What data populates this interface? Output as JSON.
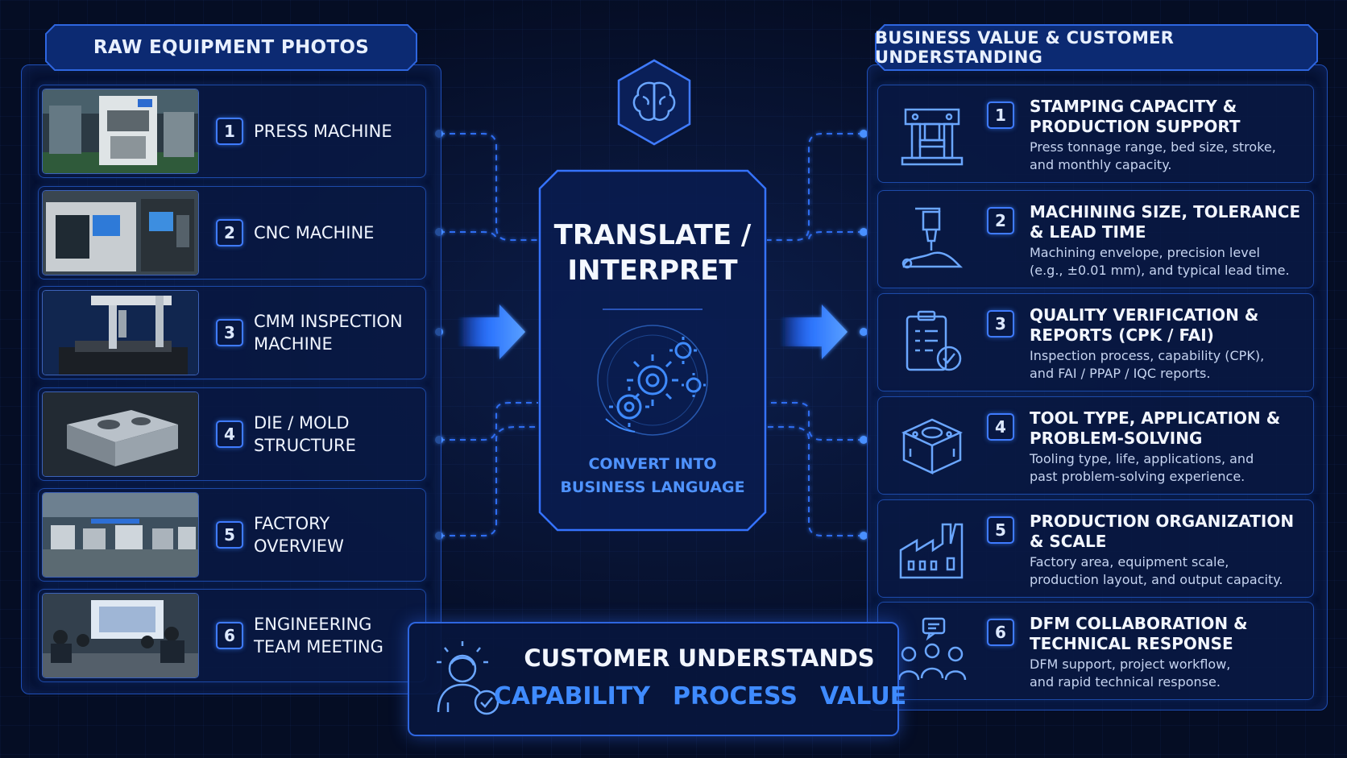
{
  "left_panel": {
    "header": "RAW EQUIPMENT PHOTOS",
    "items": [
      {
        "number": "1",
        "label": "PRESS MACHINE",
        "photo": "press-machine-photo"
      },
      {
        "number": "2",
        "label": "CNC MACHINE",
        "photo": "cnc-machine-photo"
      },
      {
        "number": "3",
        "label": "CMM INSPECTION MACHINE",
        "photo": "cmm-machine-photo"
      },
      {
        "number": "4",
        "label": "DIE / MOLD STRUCTURE",
        "photo": "die-mold-photo"
      },
      {
        "number": "5",
        "label": "FACTORY OVERVIEW",
        "photo": "factory-floor-photo"
      },
      {
        "number": "6",
        "label": "ENGINEERING TEAM MEETING",
        "photo": "team-meeting-photo"
      }
    ]
  },
  "center": {
    "icon": "brain-icon",
    "title_line1": "TRANSLATE /",
    "title_line2": "INTERPRET",
    "gear_icon": "gears-icon",
    "subtitle_line1": "CONVERT INTO",
    "subtitle_line2": "BUSINESS LANGUAGE"
  },
  "right_panel": {
    "header": "BUSINESS VALUE & CUSTOMER UNDERSTANDING",
    "items": [
      {
        "number": "1",
        "icon": "press-icon",
        "title_line1": "STAMPING CAPACITY &",
        "title_line2": "PRODUCTION SUPPORT",
        "desc_line1": "Press tonnage range, bed size, stroke,",
        "desc_line2": "and monthly capacity."
      },
      {
        "number": "2",
        "icon": "cnc-spindle-icon",
        "title_line1": "MACHINING SIZE, TOLERANCE",
        "title_line2": "& LEAD TIME",
        "desc_line1": "Machining envelope, precision level",
        "desc_line2": "(e.g., ±0.01 mm), and typical lead time."
      },
      {
        "number": "3",
        "icon": "clipboard-check-icon",
        "title_line1": "QUALITY VERIFICATION &",
        "title_line2": "REPORTS (CPK / FAI)",
        "desc_line1": "Inspection process, capability (CPK),",
        "desc_line2": "and FAI / PPAP / IQC reports."
      },
      {
        "number": "4",
        "icon": "mold-icon",
        "title_line1": "TOOL TYPE, APPLICATION &",
        "title_line2": "PROBLEM-SOLVING",
        "desc_line1": "Tooling type, life, applications, and",
        "desc_line2": "past problem-solving experience."
      },
      {
        "number": "5",
        "icon": "factory-icon",
        "title_line1": "PRODUCTION ORGANIZATION",
        "title_line2": "& SCALE",
        "desc_line1": "Factory area, equipment scale,",
        "desc_line2": "production layout, and output capacity."
      },
      {
        "number": "6",
        "icon": "team-chat-icon",
        "title_line1": "DFM COLLABORATION &",
        "title_line2": "TECHNICAL RESPONSE",
        "desc_line1": "DFM support, project workflow,",
        "desc_line2": "and rapid technical response."
      }
    ]
  },
  "bottom": {
    "icon": "customer-check-icon",
    "title": "CUSTOMER UNDERSTANDS",
    "values": [
      "CAPABILITY",
      "PROCESS",
      "VALUE"
    ]
  },
  "colors": {
    "background": "#050d24",
    "accent": "#3f8bff",
    "border": "#1f4fb8",
    "text": "#f0f5ff"
  }
}
